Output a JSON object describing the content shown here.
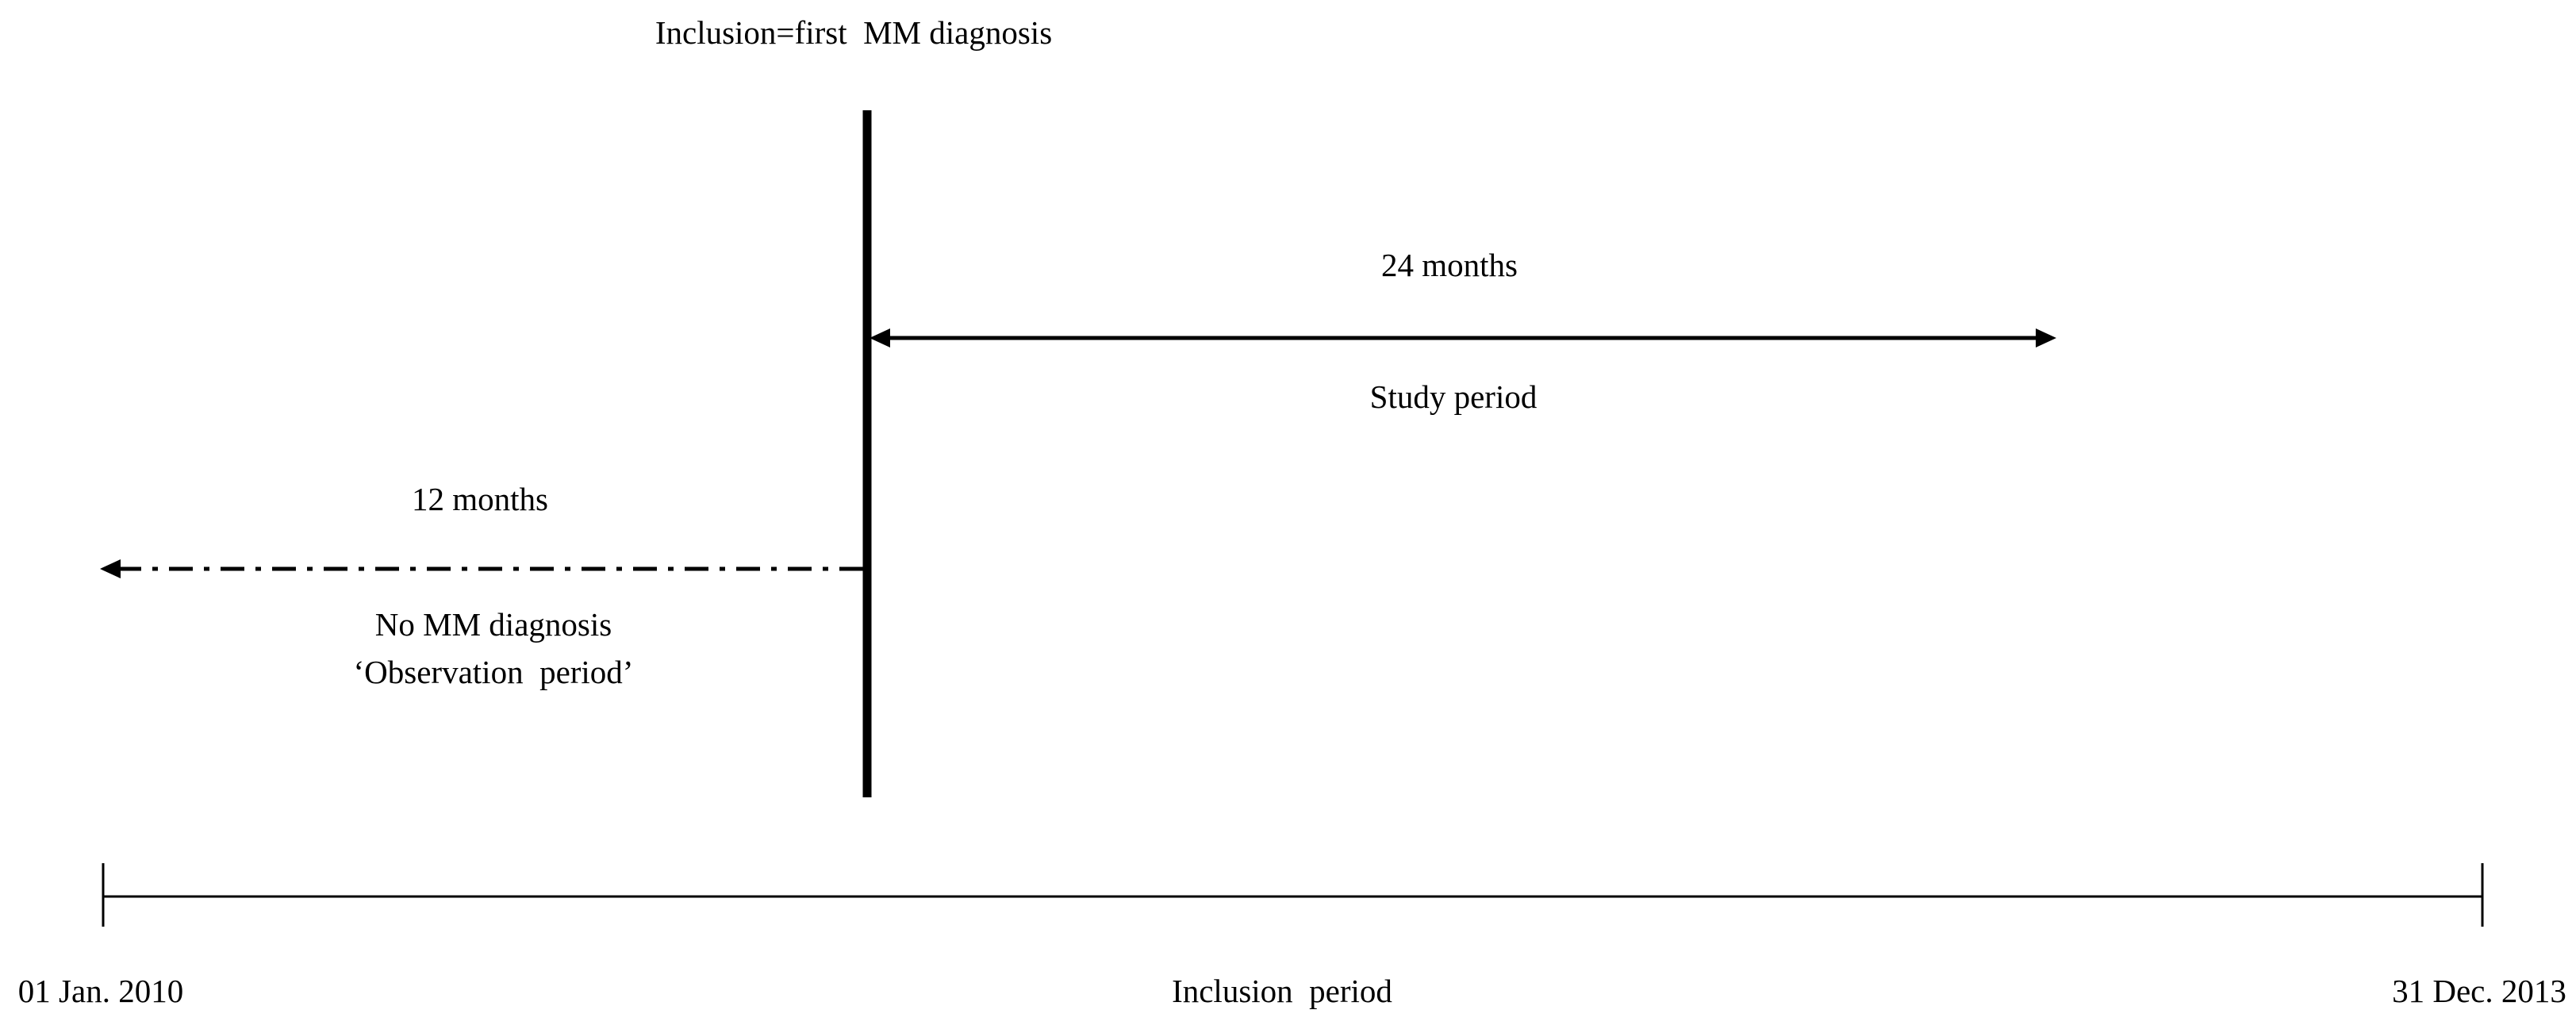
{
  "inclusion_marker": {
    "label": "Inclusion=first  MM diagnosis"
  },
  "study_period": {
    "duration_label": "24 months",
    "name_label": "Study period"
  },
  "observation_period": {
    "duration_label": "12 months",
    "description_line1": "No MM diagnosis",
    "description_line2": "‘Observation  period’"
  },
  "inclusion_period": {
    "start_label": "01 Jan. 2010",
    "end_label": "31 Dec. 2013",
    "name_label": "Inclusion  period"
  }
}
